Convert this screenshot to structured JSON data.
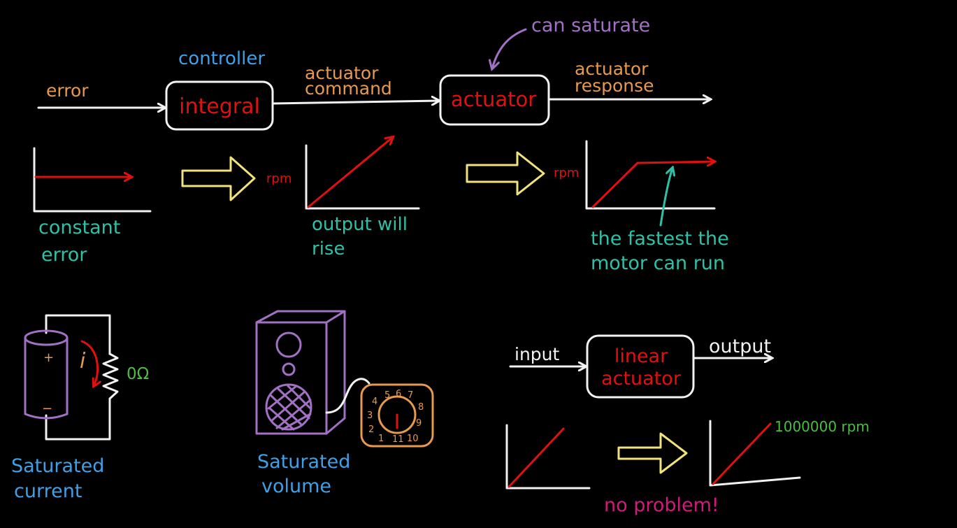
{
  "colors": {
    "background": "#000000",
    "orange": "#e79a4e",
    "blue": "#3fa0e6",
    "red": "#e01010",
    "purple": "#a271c4",
    "teal": "#2ec1a7",
    "green": "#4cbd40",
    "magenta": "#d11a7a",
    "yellow": "#f2e27a",
    "white": "#f2f2f2"
  },
  "block_diagram": {
    "input_label": "error",
    "controller_label": "controller",
    "integral_block": "integral",
    "command_label_1": "actuator",
    "command_label_2": "command",
    "actuator_block": "actuator",
    "annotation": "can saturate",
    "response_label_1": "actuator",
    "response_label_2": "response"
  },
  "plots": {
    "error_caption_1": "constant",
    "error_caption_2": "error",
    "rise_ylabel": "rpm",
    "rise_caption_1": "output will",
    "rise_caption_2": "rise",
    "sat_ylabel": "rpm",
    "sat_caption_1": "the fastest the",
    "sat_caption_2": "motor can run"
  },
  "examples": {
    "battery_plus": "+",
    "battery_minus": "−",
    "current_symbol": "i",
    "resistance": "0Ω",
    "current_caption_1": "Saturated",
    "current_caption_2": "current",
    "volume_caption_1": "Saturated",
    "volume_caption_2": "volume",
    "dial_numbers": [
      "4",
      "5",
      "6",
      "7",
      "8",
      "3",
      "9",
      "2",
      "1",
      "11",
      "10"
    ]
  },
  "linear": {
    "input_label": "input",
    "block_line_1": "linear",
    "block_line_2": "actuator",
    "output_label": "output",
    "speed_label": "1000000 rpm",
    "caption": "no problem!"
  }
}
